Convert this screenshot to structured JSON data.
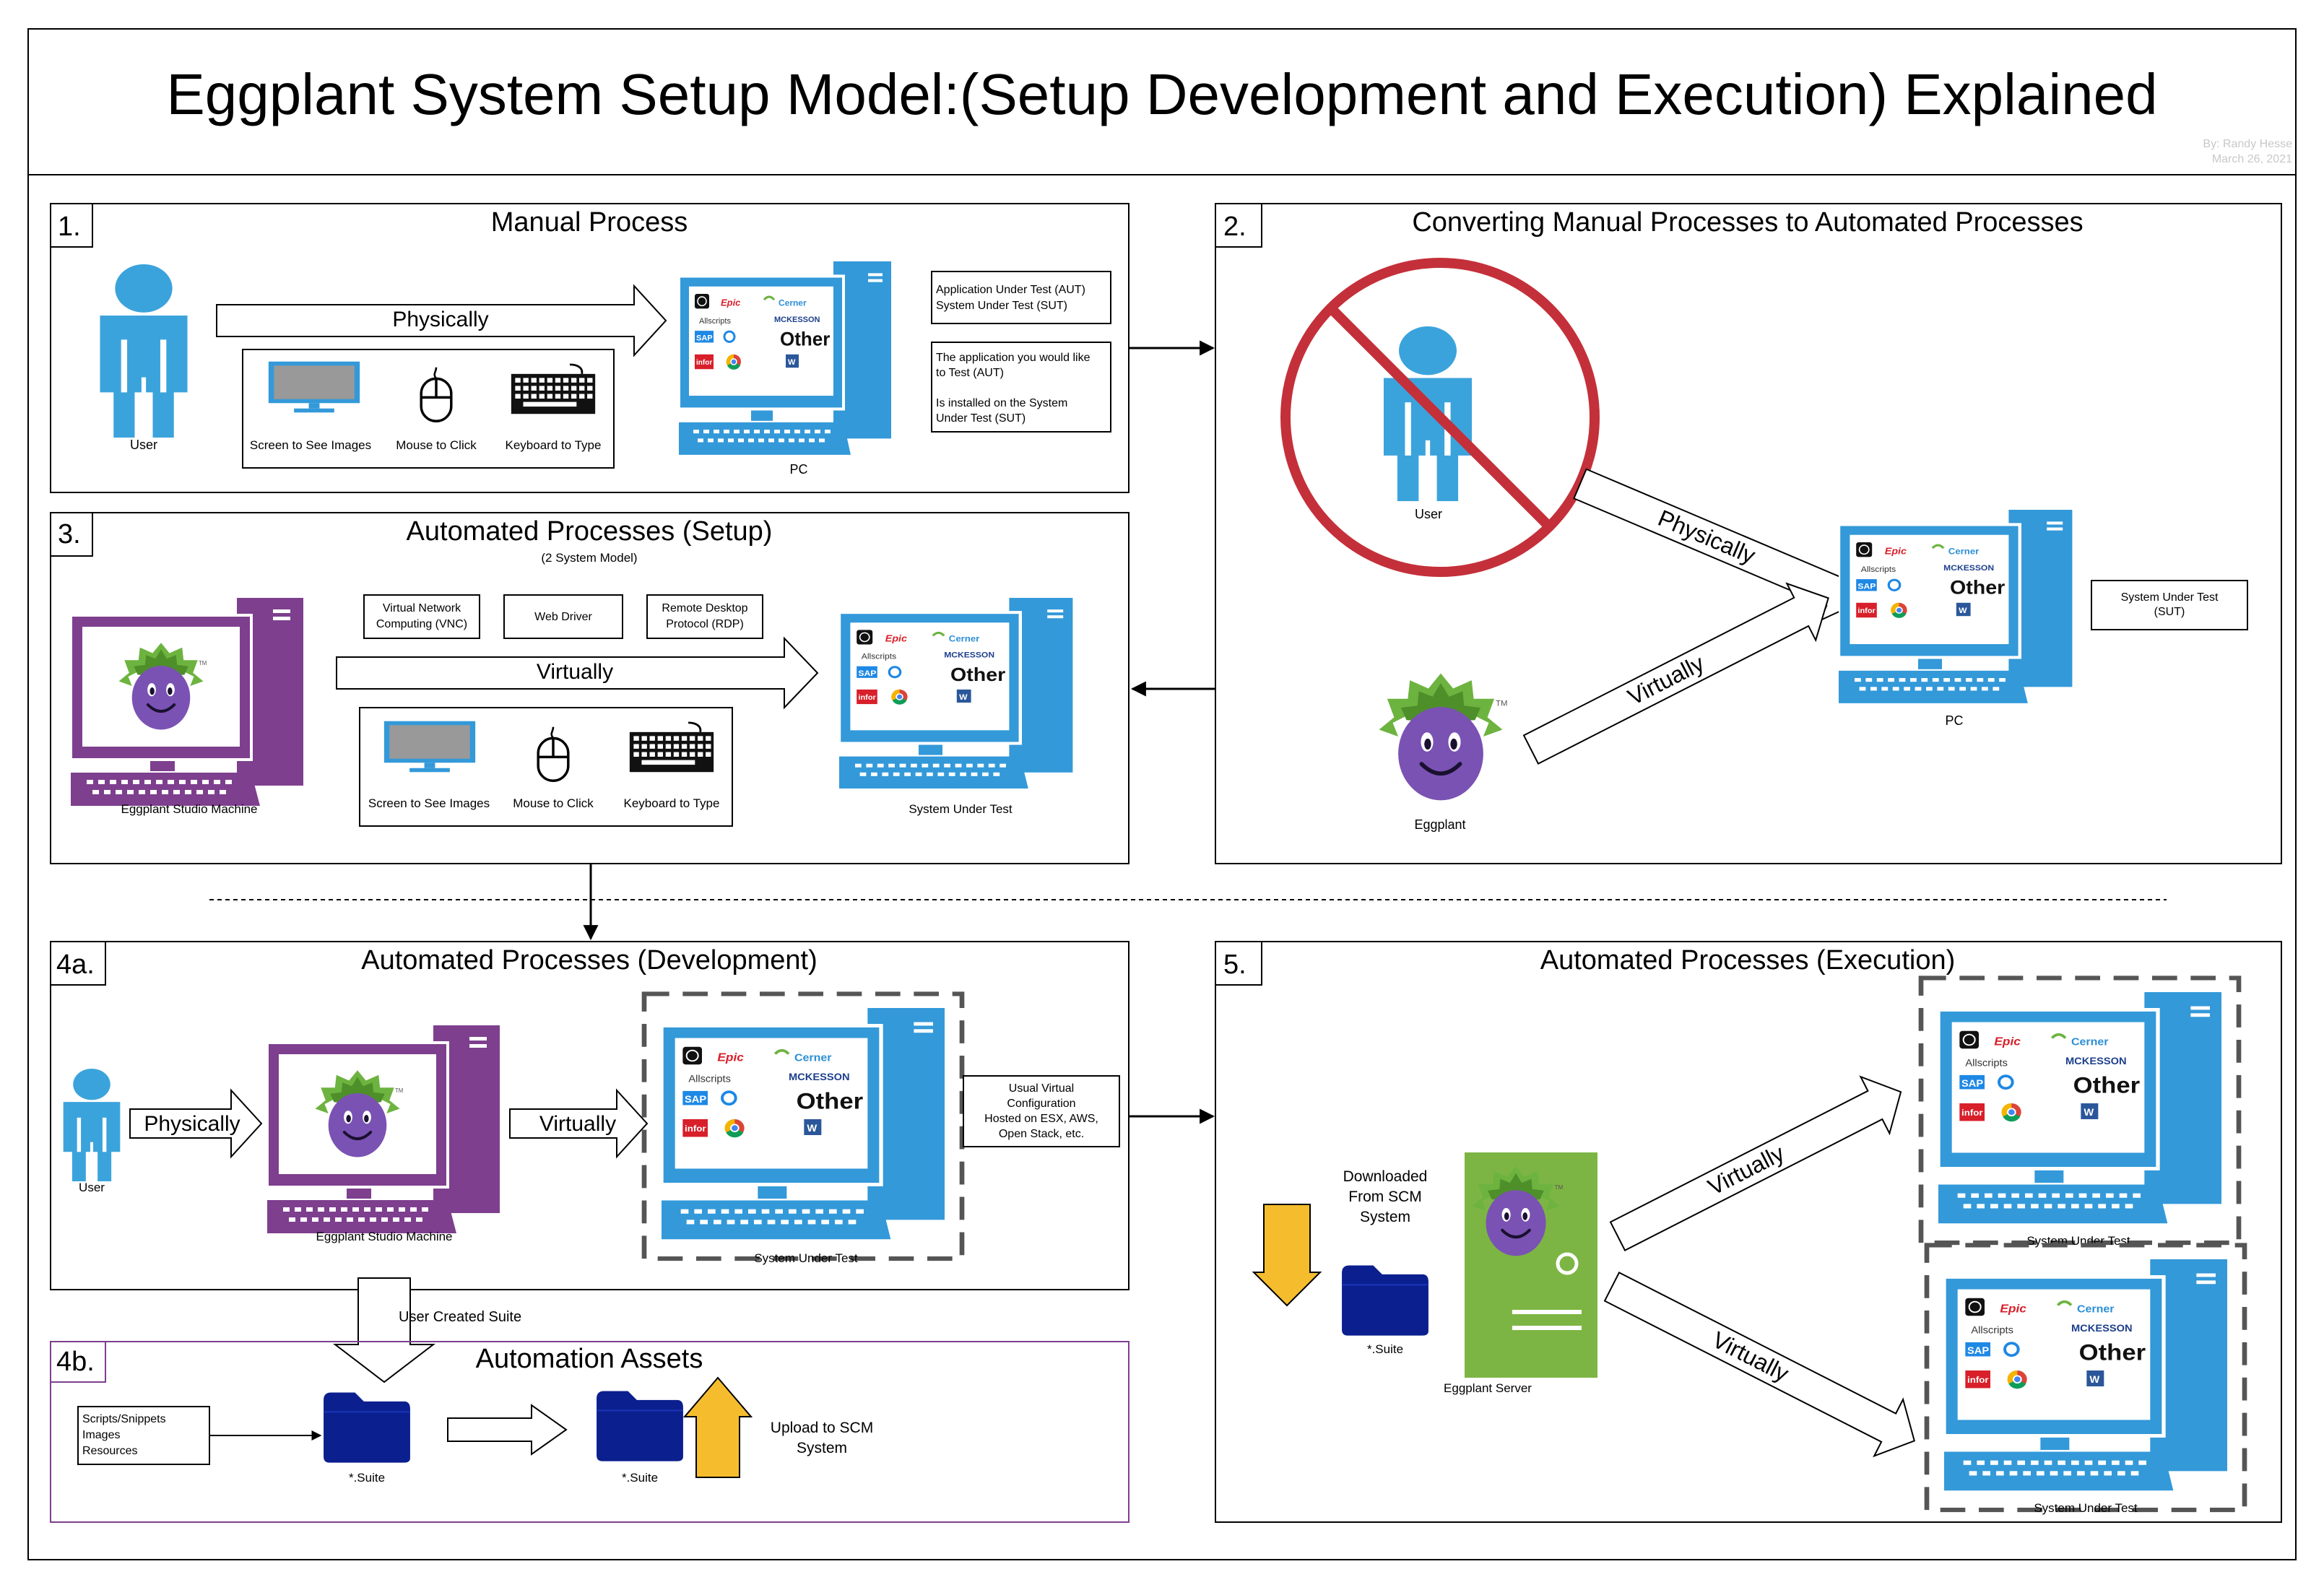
{
  "title": "Eggplant System Setup Model:(Setup Development and Execution) Explained",
  "author": "By: Randy Hesse",
  "date": "March 26, 2021",
  "apps": {
    "epic": "Epic",
    "cerner": "Cerner",
    "allscripts": "Allscripts",
    "mckesson": "MCKESSON",
    "sap": "SAP",
    "other": "Other",
    "infor": "infor",
    "word": "W"
  },
  "colors": {
    "computer_blue": "#3399D9",
    "eggplant_purple": "#7E3F8E",
    "server_green": "#7DB544",
    "folder_navy": "#0B1F8F",
    "arrow_yellow": "#F5BD2E",
    "no_sign_red": "#C4303A"
  },
  "panel1": {
    "number": "1.",
    "title": "Manual Process",
    "user_label": "User",
    "arrow_label": "Physically",
    "devices": {
      "screen": "Screen to See Images",
      "mouse": "Mouse to Click",
      "keyboard": "Keyboard to Type"
    },
    "pc_label": "PC",
    "note1": [
      "Application Under Test (AUT)",
      "System Under Test (SUT)"
    ],
    "note2": [
      "The application you would like",
      "to Test  (AUT)",
      "",
      "Is installed on the System",
      "Under Test (SUT)"
    ]
  },
  "panel2": {
    "number": "2.",
    "title": "Converting Manual Processes to Automated Processes",
    "user_label": "User",
    "physically": "Physically",
    "virtually": "Virtually",
    "eggplant_label": "Eggplant",
    "pc_label": "PC",
    "sut_note": [
      "System Under Test",
      "(SUT)"
    ]
  },
  "panel3": {
    "number": "3.",
    "title": "Automated Processes (Setup)",
    "subtitle": "(2 System Model)",
    "studio_label": "Eggplant Studio Machine",
    "protocols": [
      [
        "Virtual Network",
        "Computing (VNC)"
      ],
      [
        "Web Driver"
      ],
      [
        "Remote Desktop",
        "Protocol (RDP)"
      ]
    ],
    "arrow_label": "Virtually",
    "devices": {
      "screen": "Screen to See Images",
      "mouse": "Mouse to Click",
      "keyboard": "Keyboard to Type"
    },
    "sut_label": "System Under Test"
  },
  "panel4a": {
    "number": "4a.",
    "title": "Automated Processes (Development)",
    "user_label": "User",
    "physically": "Physically",
    "virtually": "Virtually",
    "studio_label": "Eggplant Studio Machine",
    "sut_label": "System Under Test",
    "note": [
      "Usual Virtual",
      "Configuration",
      "Hosted on ESX, AWS,",
      "Open Stack, etc."
    ],
    "connector_label": "User Created Suite"
  },
  "panel4b": {
    "number": "4b.",
    "title": "Automation Assets",
    "assets": [
      "Scripts/Snippets",
      "Images",
      "Resources"
    ],
    "suite1": "*.Suite",
    "suite2": "*.Suite",
    "upload": [
      "Upload to SCM",
      "System"
    ]
  },
  "panel5": {
    "number": "5.",
    "title": "Automated Processes (Execution)",
    "downloaded": [
      "Downloaded",
      "From SCM",
      "System"
    ],
    "suite": "*.Suite",
    "server_label": "Eggplant Server",
    "virtually1": "Virtually",
    "virtually2": "Virtually",
    "sut_label1": "System Under Test",
    "sut_label2": "System Under Test"
  }
}
